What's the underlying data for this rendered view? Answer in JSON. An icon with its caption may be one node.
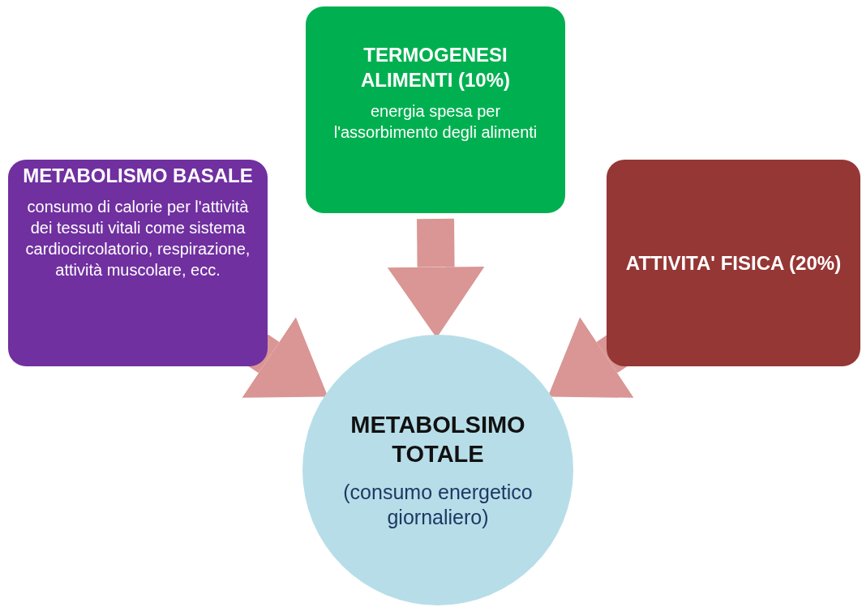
{
  "diagram": {
    "nodes": [
      {
        "text": [
          "METABOLISMO BASALE",
          "consumo di calorie per l'attività dei tessuti vitali come sistema cardiocircolatorio, respirazione, attività muscolare, ecc."
        ]
      },
      {
        "text": [
          "TERMOGENESI ALIMENTI (10%)",
          "energia spesa per l'assorbimento degli alimenti"
        ]
      },
      {
        "text": [
          "ATTIVITA' FISICA (20%)"
        ]
      },
      {
        "text": [
          "METABOLSIMO TOTALE",
          "(consumo energetico giornaliero)"
        ]
      }
    ],
    "edges": [
      {
        "from": 0,
        "to": 3,
        "arrow": "to"
      },
      {
        "from": 1,
        "to": 3,
        "arrow": "to"
      },
      {
        "from": 2,
        "to": 3,
        "arrow": "to"
      }
    ]
  }
}
